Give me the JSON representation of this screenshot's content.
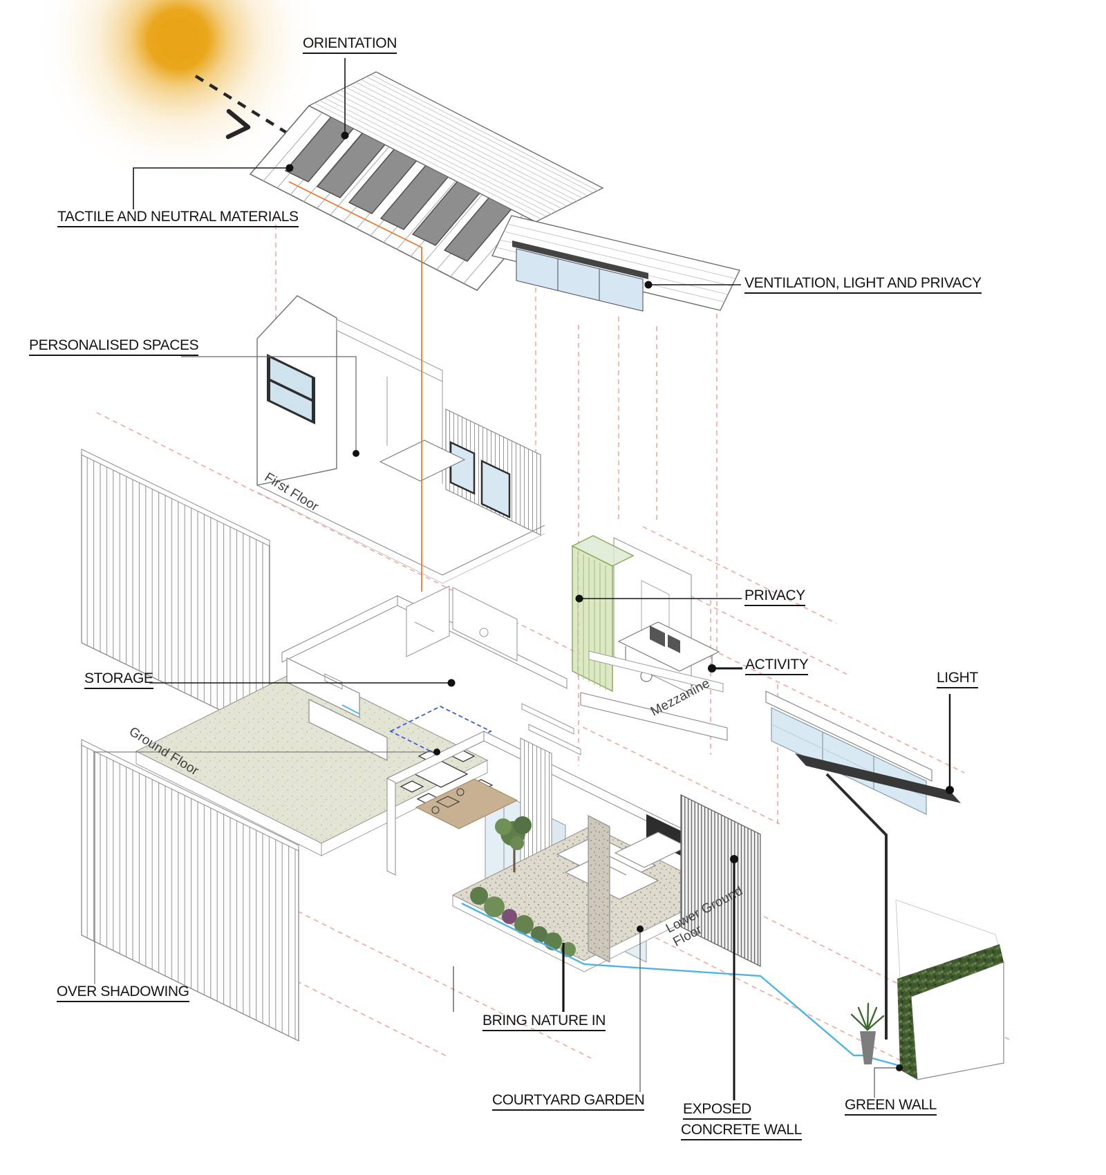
{
  "diagram": {
    "annotations": {
      "orientation": "ORIENTATION",
      "tactile_materials": "TACTILE AND NEUTRAL MATERIALS",
      "ventilation_light_privacy": "VENTILATION, LIGHT AND PRIVACY",
      "personalised_spaces": "PERSONALISED SPACES",
      "privacy": "PRIVACY",
      "activity": "ACTIVITY",
      "storage": "STORAGE",
      "light": "LIGHT",
      "over_shadowing": "OVER SHADOWING",
      "bring_nature_in": "BRING NATURE IN",
      "courtyard_garden": "COURTYARD GARDEN",
      "exposed_concrete_wall_line1": "EXPOSED",
      "exposed_concrete_wall_line2": "CONCRETE WALL",
      "green_wall": "GREEN WALL"
    },
    "floor_labels": {
      "first_floor": "First Floor",
      "ground_floor": "Ground Floor",
      "mezzanine": "Mezzanine",
      "lower_ground_line1": "Lower Ground",
      "lower_ground_line2": "Floor"
    },
    "icons": {
      "sun": "sun-icon",
      "sunlight_arrow": "sunlight-arrow-icon",
      "plant_pot": "plant-pot-icon"
    },
    "colors": {
      "sun": "#e9a415",
      "projection_dashes": "#f2a29a",
      "conduit_orange": "#e8762a",
      "water_blue": "#4fb3e8",
      "highlight_blue": "#3355dd",
      "privacy_screen_green": "#cfe0ad",
      "foliage_green": "#41592f",
      "solar_panel_gray": "#8e8e8e"
    }
  }
}
